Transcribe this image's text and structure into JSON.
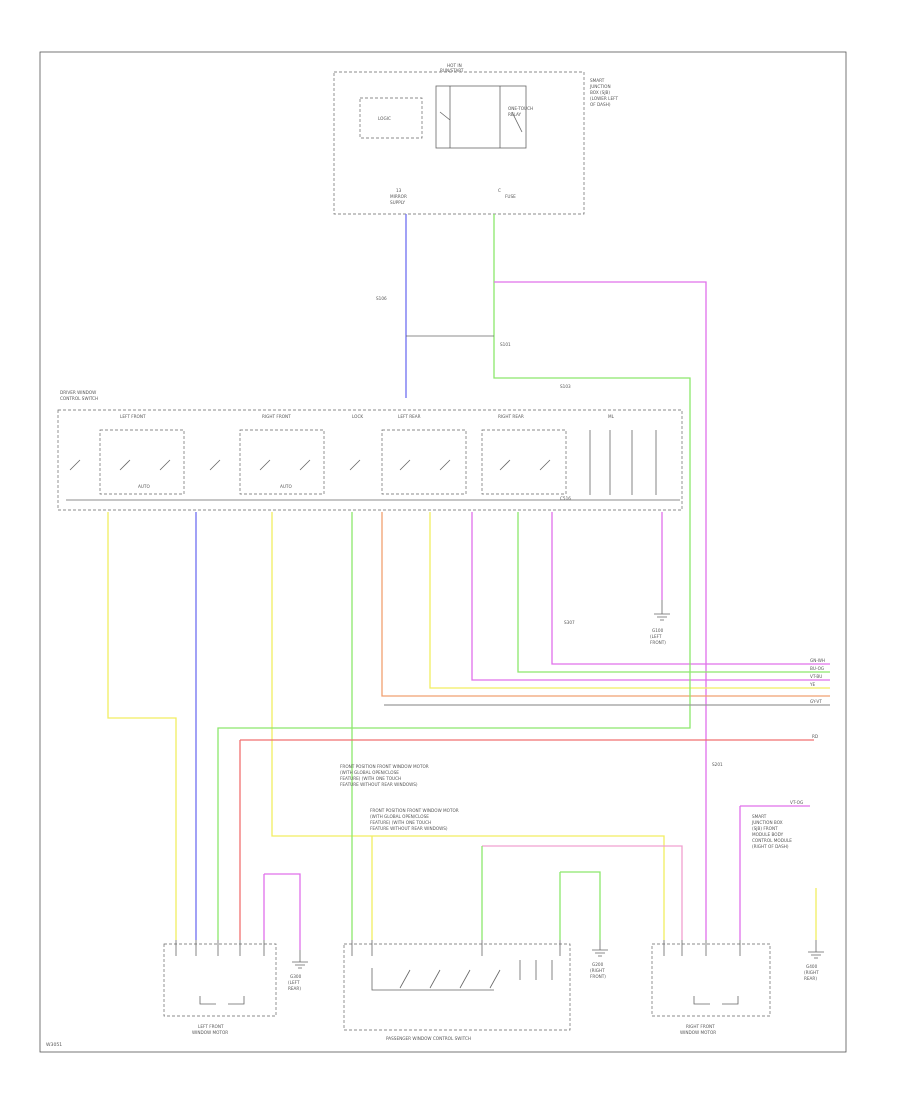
{
  "diagram": {
    "page_tag": "W3051",
    "top_module": {
      "title_1": "HOT IN",
      "title_2": "RUN/START",
      "inner_label": "LOGIC",
      "relay_label_1": "ONE-TOUCH",
      "relay_label_2": "RELAY",
      "side_note_1": "SMART",
      "side_note_2": "JUNCTION",
      "side_note_3": "BOX (SJB)",
      "side_note_4": "(LOWER LEFT",
      "side_note_5": "OF DASH)",
      "pin_left": "13",
      "pin_left_name": "MIRROR",
      "pin_left_name2": "SUPPLY",
      "pin_right": "C",
      "pin_right_name": "FUSE"
    },
    "splice_1": "S101",
    "splice_2": "S106",
    "splice_3": "S103",
    "master_switch": {
      "title_1": "DRIVER WINDOW",
      "title_2": "CONTROL SWITCH",
      "sections": [
        "LEFT FRONT",
        "RIGHT FRONT",
        "LOCK",
        "LEFT REAR",
        "RIGHT REAR",
        "ML"
      ],
      "auto_1": "AUTO",
      "auto_2": "AUTO",
      "pin_common": "C516"
    },
    "ground_1": {
      "label_1": "G100",
      "label_2": "(LEFT",
      "label_3": "FRONT)"
    },
    "ground_2": {
      "label_1": "G200",
      "label_2": "(RIGHT",
      "label_3": "FRONT)"
    },
    "ground_3": {
      "label_1": "G300",
      "label_2": "(LEFT",
      "label_3": "REAR)"
    },
    "ground_4": {
      "label_1": "G400",
      "label_2": "(RIGHT",
      "label_3": "REAR)"
    },
    "splice_4": "S307",
    "splice_5": "S201",
    "right_edge_labels": [
      "GN-WH",
      "BU-OG",
      "VT-BU",
      "YE",
      "GY-VT",
      "RD",
      "VT-OG"
    ],
    "note_1_lines": [
      "FRONT POSITION FRONT WINDOW MOTOR",
      "(WITH GLOBAL OPEN/CLOSE",
      "FEATURE) (WITH ONE TOUCH",
      "FEATURE WITHOUT REAR WINDOWS)"
    ],
    "note_2_lines": [
      "FRONT POSITION FRONT WINDOW MOTOR",
      "(WITH GLOBAL OPEN/CLOSE",
      "FEATURE) (WITH ONE TOUCH",
      "FEATURE WITHOUT REAR WINDOWS)"
    ],
    "note_3_lines": [
      "SMART",
      "JUNCTION BOX",
      "(SJB) FRONT",
      "MODULE BODY",
      "CONTROL MODULE",
      "(RIGHT OF DASH)"
    ],
    "bottom_left": {
      "title_1": "LEFT FRONT",
      "title_2": "WINDOW MOTOR"
    },
    "bottom_mid": {
      "title": "PASSENGER WINDOW CONTROL SWITCH"
    },
    "bottom_right": {
      "title_1": "RIGHT FRONT",
      "title_2": "WINDOW MOTOR"
    },
    "wire_colors": {
      "yellow": "#f2ee60",
      "blue": "#6f6ff2",
      "green": "#8ce86c",
      "red": "#f07070",
      "magenta": "#e070ea",
      "orange": "#f0a070",
      "grey": "#9a9a9a",
      "pink": "#f0a0d0"
    }
  }
}
